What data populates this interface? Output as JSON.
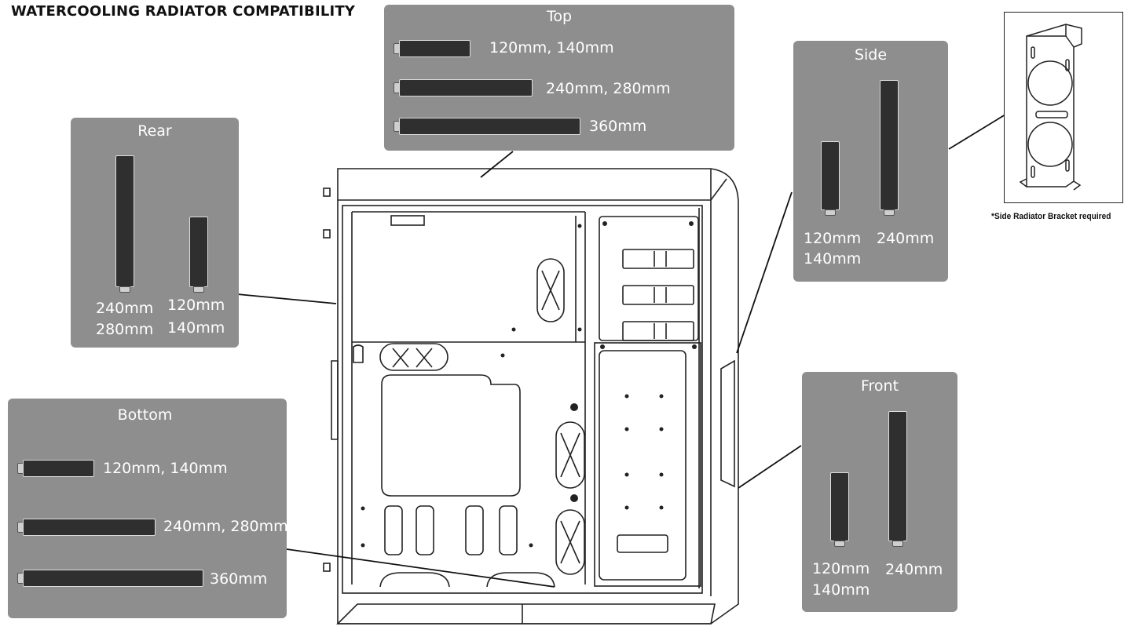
{
  "title": "WATERCOOLING RADIATOR COMPATIBILITY",
  "panels": {
    "top": {
      "title": "Top",
      "rows": [
        "120mm, 140mm",
        "240mm, 280mm",
        "360mm"
      ]
    },
    "rear": {
      "title": "Rear",
      "left_label_1": "240mm",
      "left_label_2": "280mm",
      "right_label_1": "120mm",
      "right_label_2": "140mm"
    },
    "side": {
      "title": "Side",
      "left_label_1": "120mm",
      "left_label_2": "140mm",
      "right_label_1": "240mm"
    },
    "bottom": {
      "title": "Bottom",
      "rows": [
        "120mm, 140mm",
        "240mm, 280mm",
        "360mm"
      ]
    },
    "front": {
      "title": "Front",
      "left_label_1": "120mm",
      "left_label_2": "140mm",
      "right_label_1": "240mm"
    }
  },
  "bracket_note": "*Side Radiator Bracket required",
  "colors": {
    "panel": "#8e8e8e",
    "radiator": "#2f2f2f",
    "text": "#ffffff"
  }
}
